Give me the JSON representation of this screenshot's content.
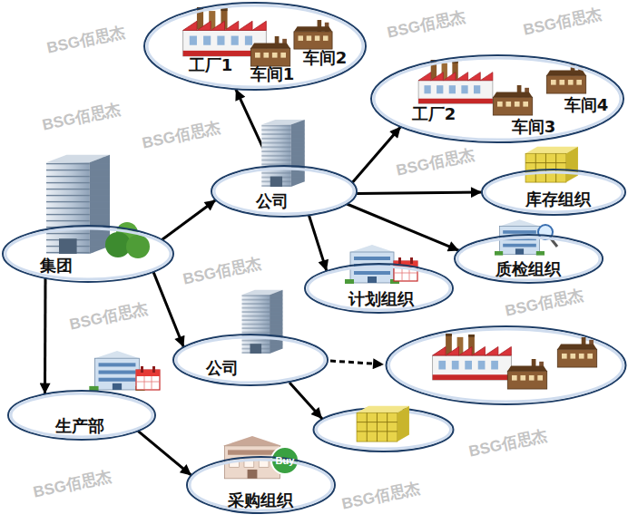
{
  "diagram": {
    "nodes": [
      {
        "text": [
          "工厂1",
          "车间2",
          "车间1"
        ]
      },
      {
        "text": [
          "工厂2",
          "车间4",
          "车间3"
        ]
      },
      {
        "text": [
          "公司"
        ]
      },
      {
        "text": [
          "库存组织"
        ]
      },
      {
        "text": [
          "集团"
        ]
      },
      {
        "text": [
          "质检组织"
        ]
      },
      {
        "text": [
          "计划组织"
        ]
      },
      {
        "text": [
          "公司"
        ]
      },
      {
        "text": [
          "生产部"
        ]
      },
      {
        "text": [
          "采购组织"
        ]
      }
    ],
    "edges": [
      {
        "from": 4,
        "to": 2,
        "arrow": "to"
      },
      {
        "from": 4,
        "to": 7,
        "arrow": "to"
      },
      {
        "from": 4,
        "to": 8,
        "arrow": "to"
      },
      {
        "from": 8,
        "to": 9,
        "arrow": "to"
      },
      {
        "from": 2,
        "to": 0,
        "arrow": "to"
      },
      {
        "from": 2,
        "to": 1,
        "arrow": "to"
      },
      {
        "from": 2,
        "to": 3,
        "arrow": "to"
      },
      {
        "from": 2,
        "to": 5,
        "arrow": "to"
      },
      {
        "from": 2,
        "to": 6,
        "arrow": "to"
      }
    ],
    "labels": [
      "BSG佰思杰",
      "BSG佰思杰",
      "BSG佰思杰",
      "BSG佰思杰",
      "BSG佰思杰",
      "BSG佰思杰",
      "BSG佰思杰",
      "BSG佰思杰",
      "BSG佰思杰",
      "BSG佰思杰",
      "BSG佰思杰",
      "BSG佰思杰",
      "Buy"
    ]
  }
}
